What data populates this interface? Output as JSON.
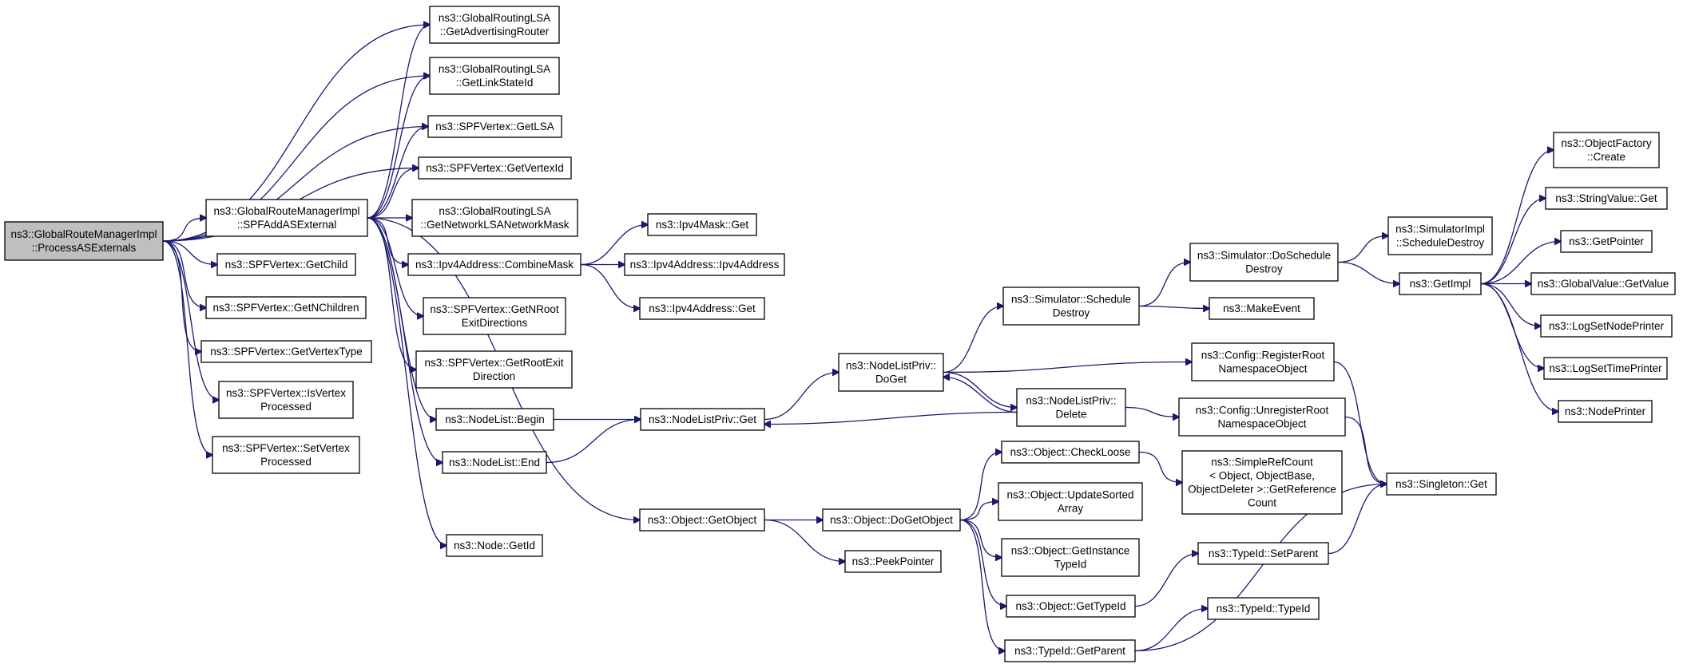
{
  "nodes": [
    {
      "id": "root",
      "lines": [
        "ns3::GlobalRouteManagerImpl",
        "::ProcessASExternals"
      ],
      "style": "root"
    },
    {
      "id": "getAdvRouter",
      "lines": [
        "ns3::GlobalRoutingLSA",
        "::GetAdvertisingRouter"
      ],
      "style": "normal"
    },
    {
      "id": "getLinkStateId",
      "lines": [
        "ns3::GlobalRoutingLSA",
        "::GetLinkStateId"
      ],
      "style": "normal"
    },
    {
      "id": "spfGetLSA",
      "lines": [
        "ns3::SPFVertex::GetLSA"
      ],
      "style": "normal"
    },
    {
      "id": "spfGetVertexId",
      "lines": [
        "ns3::SPFVertex::GetVertexId"
      ],
      "style": "normal"
    },
    {
      "id": "spfAddASExternal",
      "lines": [
        "ns3::GlobalRouteManagerImpl",
        "::SPFAddASExternal"
      ],
      "style": "normal"
    },
    {
      "id": "getNetworkLSANetworkMask",
      "lines": [
        "ns3::GlobalRoutingLSA",
        "::GetNetworkLSANetworkMask"
      ],
      "style": "normal"
    },
    {
      "id": "spfGetChild",
      "lines": [
        "ns3::SPFVertex::GetChild"
      ],
      "style": "normal"
    },
    {
      "id": "spfGetNChildren",
      "lines": [
        "ns3::SPFVertex::GetNChildren"
      ],
      "style": "normal"
    },
    {
      "id": "spfGetVertexType",
      "lines": [
        "ns3::SPFVertex::GetVertexType"
      ],
      "style": "normal"
    },
    {
      "id": "spfIsVertexProcessed",
      "lines": [
        "ns3::SPFVertex::IsVertex",
        "Processed"
      ],
      "style": "normal"
    },
    {
      "id": "spfSetVertexProcessed",
      "lines": [
        "ns3::SPFVertex::SetVertex",
        "Processed"
      ],
      "style": "normal"
    },
    {
      "id": "ipv4CombineMask",
      "lines": [
        "ns3::Ipv4Address::CombineMask"
      ],
      "style": "normal"
    },
    {
      "id": "spfGetNRootExitDirections",
      "lines": [
        "ns3::SPFVertex::GetNRoot",
        "ExitDirections"
      ],
      "style": "normal"
    },
    {
      "id": "spfGetRootExitDirection",
      "lines": [
        "ns3::SPFVertex::GetRootExit",
        "Direction"
      ],
      "style": "normal"
    },
    {
      "id": "nodeListBegin",
      "lines": [
        "ns3::NodeList::Begin"
      ],
      "style": "normal"
    },
    {
      "id": "nodeListEnd",
      "lines": [
        "ns3::NodeList::End"
      ],
      "style": "normal"
    },
    {
      "id": "objectGetObject",
      "lines": [
        "ns3::Object::GetObject"
      ],
      "style": "normal"
    },
    {
      "id": "nodeGetId",
      "lines": [
        "ns3::Node::GetId"
      ],
      "style": "normal"
    },
    {
      "id": "ipv4MaskGet",
      "lines": [
        "ns3::Ipv4Mask::Get"
      ],
      "style": "normal"
    },
    {
      "id": "ipv4AddressCtor",
      "lines": [
        "ns3::Ipv4Address::Ipv4Address"
      ],
      "style": "normal"
    },
    {
      "id": "ipv4AddressGet",
      "lines": [
        "ns3::Ipv4Address::Get"
      ],
      "style": "normal"
    },
    {
      "id": "nodeListPrivGet",
      "lines": [
        "ns3::NodeListPriv::Get"
      ],
      "style": "normal"
    },
    {
      "id": "nodeListPrivDoGet",
      "lines": [
        "ns3::NodeListPriv::",
        "DoGet"
      ],
      "style": "normal"
    },
    {
      "id": "objectDoGetObject",
      "lines": [
        "ns3::Object::DoGetObject"
      ],
      "style": "normal"
    },
    {
      "id": "peekPointer",
      "lines": [
        "ns3::PeekPointer"
      ],
      "style": "normal"
    },
    {
      "id": "simScheduleDestroy",
      "lines": [
        "ns3::Simulator::Schedule",
        "Destroy"
      ],
      "style": "normal"
    },
    {
      "id": "nodeListPrivDelete",
      "lines": [
        "ns3::NodeListPriv::",
        "Delete"
      ],
      "style": "normal"
    },
    {
      "id": "objectCheckLoose",
      "lines": [
        "ns3::Object::CheckLoose"
      ],
      "style": "normal"
    },
    {
      "id": "objectUpdateSortedArray",
      "lines": [
        "ns3::Object::UpdateSorted",
        "Array"
      ],
      "style": "normal"
    },
    {
      "id": "objectGetInstanceTypeId",
      "lines": [
        "ns3::Object::GetInstance",
        "TypeId"
      ],
      "style": "normal"
    },
    {
      "id": "objectGetTypeId",
      "lines": [
        "ns3::Object::GetTypeId"
      ],
      "style": "normal"
    },
    {
      "id": "typeIdGetParent",
      "lines": [
        "ns3::TypeId::GetParent"
      ],
      "style": "normal"
    },
    {
      "id": "simDoScheduleDestroy",
      "lines": [
        "ns3::Simulator::DoSchedule",
        "Destroy"
      ],
      "style": "normal"
    },
    {
      "id": "makeEvent",
      "lines": [
        "ns3::MakeEvent"
      ],
      "style": "normal"
    },
    {
      "id": "configRegisterRoot",
      "lines": [
        "ns3::Config::RegisterRoot",
        "NamespaceObject"
      ],
      "style": "normal"
    },
    {
      "id": "configUnregisterRoot",
      "lines": [
        "ns3::Config::UnregisterRoot",
        "NamespaceObject"
      ],
      "style": "normal"
    },
    {
      "id": "simpleRefCount",
      "lines": [
        "ns3::SimpleRefCount",
        "< Object, ObjectBase,",
        "ObjectDeleter >::GetReference",
        "Count"
      ],
      "style": "normal"
    },
    {
      "id": "typeIdSetParent",
      "lines": [
        "ns3::TypeId::SetParent"
      ],
      "style": "normal"
    },
    {
      "id": "typeIdTypeId",
      "lines": [
        "ns3::TypeId::TypeId"
      ],
      "style": "normal"
    },
    {
      "id": "simImplScheduleDestroy",
      "lines": [
        "ns3::SimulatorImpl",
        "::ScheduleDestroy"
      ],
      "style": "normal"
    },
    {
      "id": "getImpl",
      "lines": [
        "ns3::GetImpl"
      ],
      "style": "truncated"
    },
    {
      "id": "singletonGet",
      "lines": [
        "ns3::Singleton::Get"
      ],
      "style": "normal"
    },
    {
      "id": "objectFactoryCreate",
      "lines": [
        "ns3::ObjectFactory",
        "::Create"
      ],
      "style": "truncated"
    },
    {
      "id": "stringValueGet",
      "lines": [
        "ns3::StringValue::Get"
      ],
      "style": "normal"
    },
    {
      "id": "getPointer",
      "lines": [
        "ns3::GetPointer"
      ],
      "style": "truncated"
    },
    {
      "id": "globalValueGetValue",
      "lines": [
        "ns3::GlobalValue::GetValue"
      ],
      "style": "truncated"
    },
    {
      "id": "logSetNodePrinter",
      "lines": [
        "ns3::LogSetNodePrinter"
      ],
      "style": "normal"
    },
    {
      "id": "logSetTimePrinter",
      "lines": [
        "ns3::LogSetTimePrinter"
      ],
      "style": "truncated"
    },
    {
      "id": "nodePrinter",
      "lines": [
        "ns3::NodePrinter"
      ],
      "style": "truncated"
    }
  ],
  "edges": [
    [
      "root",
      "getAdvRouter"
    ],
    [
      "root",
      "getLinkStateId"
    ],
    [
      "root",
      "spfGetLSA"
    ],
    [
      "root",
      "spfGetVertexId"
    ],
    [
      "root",
      "spfAddASExternal"
    ],
    [
      "root",
      "spfGetChild"
    ],
    [
      "root",
      "spfGetNChildren"
    ],
    [
      "root",
      "spfGetVertexType"
    ],
    [
      "root",
      "spfIsVertexProcessed"
    ],
    [
      "root",
      "spfSetVertexProcessed"
    ],
    [
      "spfAddASExternal",
      "getAdvRouter"
    ],
    [
      "spfAddASExternal",
      "getLinkStateId"
    ],
    [
      "spfAddASExternal",
      "spfGetLSA"
    ],
    [
      "spfAddASExternal",
      "spfGetVertexId"
    ],
    [
      "spfAddASExternal",
      "getNetworkLSANetworkMask"
    ],
    [
      "spfAddASExternal",
      "ipv4CombineMask"
    ],
    [
      "spfAddASExternal",
      "spfGetNRootExitDirections"
    ],
    [
      "spfAddASExternal",
      "spfGetRootExitDirection"
    ],
    [
      "spfAddASExternal",
      "nodeListBegin"
    ],
    [
      "spfAddASExternal",
      "nodeListEnd"
    ],
    [
      "spfAddASExternal",
      "objectGetObject"
    ],
    [
      "spfAddASExternal",
      "nodeGetId"
    ],
    [
      "ipv4CombineMask",
      "ipv4MaskGet"
    ],
    [
      "ipv4CombineMask",
      "ipv4AddressCtor"
    ],
    [
      "ipv4CombineMask",
      "ipv4AddressGet"
    ],
    [
      "nodeListBegin",
      "nodeListPrivGet"
    ],
    [
      "nodeListEnd",
      "nodeListPrivGet"
    ],
    [
      "nodeListPrivGet",
      "nodeListPrivDoGet"
    ],
    [
      "nodeListPrivDoGet",
      "simScheduleDestroy"
    ],
    [
      "nodeListPrivDoGet",
      "configRegisterRoot"
    ],
    [
      "nodeListPrivDoGet",
      "nodeListPrivDelete"
    ],
    [
      "nodeListPrivDelete",
      "nodeListPrivDoGet"
    ],
    [
      "nodeListPrivDelete",
      "nodeListPrivGet"
    ],
    [
      "nodeListPrivDelete",
      "configUnregisterRoot"
    ],
    [
      "simScheduleDestroy",
      "simDoScheduleDestroy"
    ],
    [
      "simScheduleDestroy",
      "makeEvent"
    ],
    [
      "simDoScheduleDestroy",
      "simImplScheduleDestroy"
    ],
    [
      "simDoScheduleDestroy",
      "getImpl"
    ],
    [
      "getImpl",
      "objectFactoryCreate"
    ],
    [
      "getImpl",
      "stringValueGet"
    ],
    [
      "getImpl",
      "getPointer"
    ],
    [
      "getImpl",
      "globalValueGetValue"
    ],
    [
      "getImpl",
      "logSetNodePrinter"
    ],
    [
      "getImpl",
      "logSetTimePrinter"
    ],
    [
      "getImpl",
      "nodePrinter"
    ],
    [
      "configRegisterRoot",
      "singletonGet"
    ],
    [
      "configUnregisterRoot",
      "singletonGet"
    ],
    [
      "objectGetObject",
      "objectDoGetObject"
    ],
    [
      "objectGetObject",
      "peekPointer"
    ],
    [
      "objectDoGetObject",
      "objectCheckLoose"
    ],
    [
      "objectDoGetObject",
      "objectUpdateSortedArray"
    ],
    [
      "objectDoGetObject",
      "objectGetInstanceTypeId"
    ],
    [
      "objectDoGetObject",
      "objectGetTypeId"
    ],
    [
      "objectDoGetObject",
      "typeIdGetParent"
    ],
    [
      "objectCheckLoose",
      "simpleRefCount"
    ],
    [
      "objectGetTypeId",
      "typeIdSetParent"
    ],
    [
      "typeIdSetParent",
      "singletonGet"
    ],
    [
      "typeIdGetParent",
      "typeIdTypeId"
    ],
    [
      "typeIdGetParent",
      "singletonGet"
    ]
  ],
  "colors": {
    "edge": "#191970",
    "root_fill": "#bfbfbf",
    "node_fill": "#ffffff",
    "node_border": "#000000",
    "truncated_border": "#ff0000"
  }
}
